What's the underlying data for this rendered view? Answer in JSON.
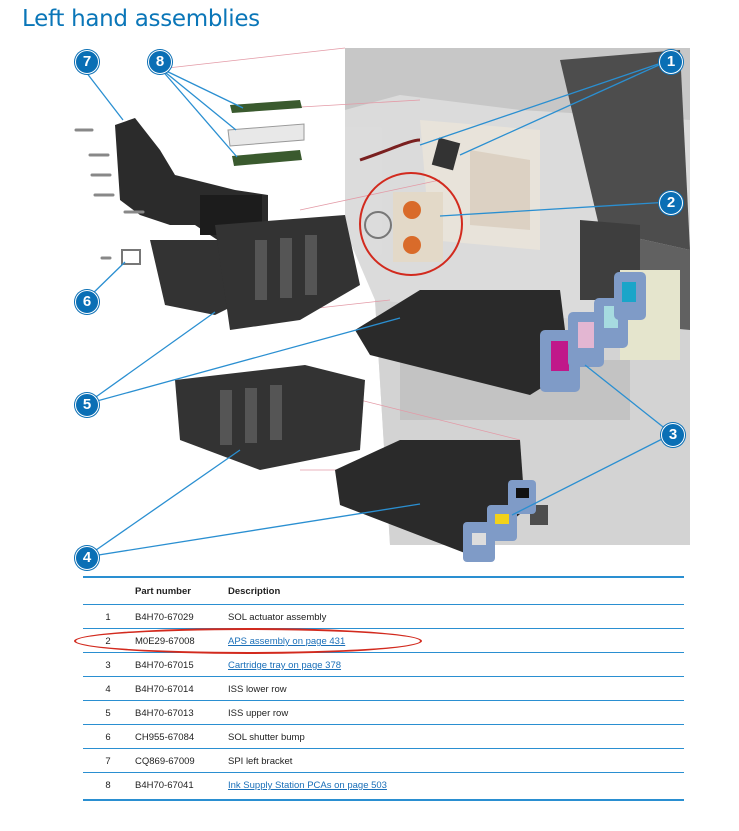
{
  "page": {
    "title": "Left hand assemblies"
  },
  "callouts": [
    {
      "num": "1"
    },
    {
      "num": "2"
    },
    {
      "num": "3"
    },
    {
      "num": "4"
    },
    {
      "num": "5"
    },
    {
      "num": "6"
    },
    {
      "num": "7"
    },
    {
      "num": "8"
    }
  ],
  "table": {
    "headers": {
      "num": "",
      "part": "Part number",
      "desc": "Description"
    },
    "rows": [
      {
        "num": "1",
        "part": "B4H70-67029",
        "desc": "SOL actuator assembly",
        "link": false
      },
      {
        "num": "2",
        "part": "M0E29-67008",
        "desc": "APS assembly on page 431",
        "link": true
      },
      {
        "num": "3",
        "part": "B4H70-67015",
        "desc": "Cartridge tray on page 378",
        "link": true
      },
      {
        "num": "4",
        "part": "B4H70-67014",
        "desc": "ISS lower row",
        "link": false
      },
      {
        "num": "5",
        "part": "B4H70-67013",
        "desc": "ISS upper row",
        "link": false
      },
      {
        "num": "6",
        "part": "CH955-67084",
        "desc": "SOL shutter bump",
        "link": false
      },
      {
        "num": "7",
        "part": "CQ869-67009",
        "desc": "SPI left bracket",
        "link": false
      },
      {
        "num": "8",
        "part": "B4H70-67041",
        "desc": "Ink Supply Station PCAs on page 503",
        "link": true
      }
    ]
  },
  "colors": {
    "accent": "#0a6fb5",
    "highlight": "#d22a1e",
    "rule": "#2a8fd1"
  }
}
